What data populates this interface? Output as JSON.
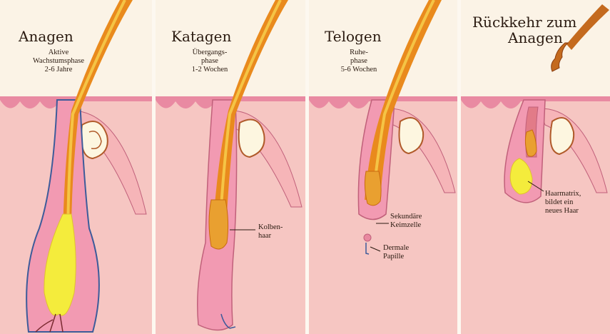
{
  "colors": {
    "background": "#fbf4ea",
    "skin": "#f6c3c0",
    "skin_top": "#e889a0",
    "hair": "#e98a1d",
    "hair_light": "#f5c445",
    "bulb_yellow": "#f4ec3c",
    "sheath": "#f29ab2",
    "outline_blue": "#3d5b9a"
  },
  "panels": [
    {
      "title": "Anagen",
      "subtitle_lines": [
        "Aktive",
        "Wachstumsphase",
        "2-6 Jahre"
      ]
    },
    {
      "title": "Katagen",
      "subtitle_lines": [
        "Übergangs-",
        "phase",
        "1-2 Wochen"
      ],
      "label_lines": [
        "Kolben-",
        "haar"
      ]
    },
    {
      "title": "Telogen",
      "subtitle_lines": [
        "Ruhe-",
        "phase",
        "5-6 Wochen"
      ],
      "label_a_lines": [
        "Sekundäre",
        "Keimzelle"
      ],
      "label_b_lines": [
        "Dermale",
        "Papille"
      ]
    },
    {
      "title_lines": [
        "Rückkehr zum",
        "Anagen"
      ],
      "label_lines": [
        "Haarmatrix,",
        "bildet ein",
        "neues Haar"
      ]
    }
  ]
}
